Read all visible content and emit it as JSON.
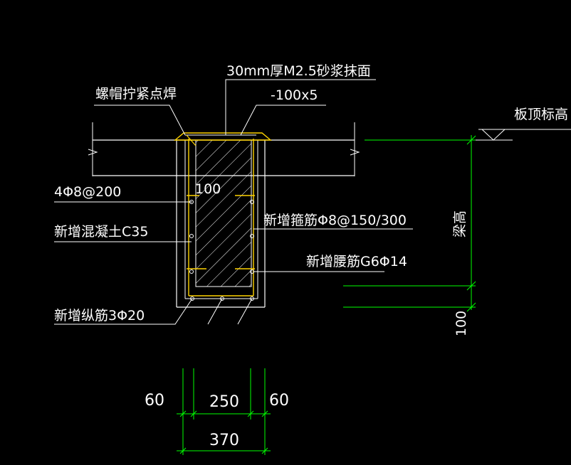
{
  "colors": {
    "background": "#000000",
    "lines": "#ffffff",
    "rebar": "#ffd400",
    "dimension": "#00ff00",
    "hatch": "#ffffff"
  },
  "labels": {
    "mortar_surface": "30mm厚M2.5砂浆抹面",
    "nut_weld": "螺帽拧紧点焊",
    "plate": "-100x5",
    "slab_top": "板顶标高",
    "top_bars": "4Φ8@200",
    "offset_100": "100",
    "new_concrete": "新增混凝土C35",
    "new_stirrup": "新增箍筋Φ8@150/300",
    "new_waist_bar": "新增腰筋G6Φ14",
    "new_long_bar": "新增纵筋3Φ20",
    "beam_height": "梁高",
    "bottom_100": "100"
  },
  "dimensions": {
    "left": "60",
    "middle": "250",
    "right": "60",
    "total": "370"
  }
}
